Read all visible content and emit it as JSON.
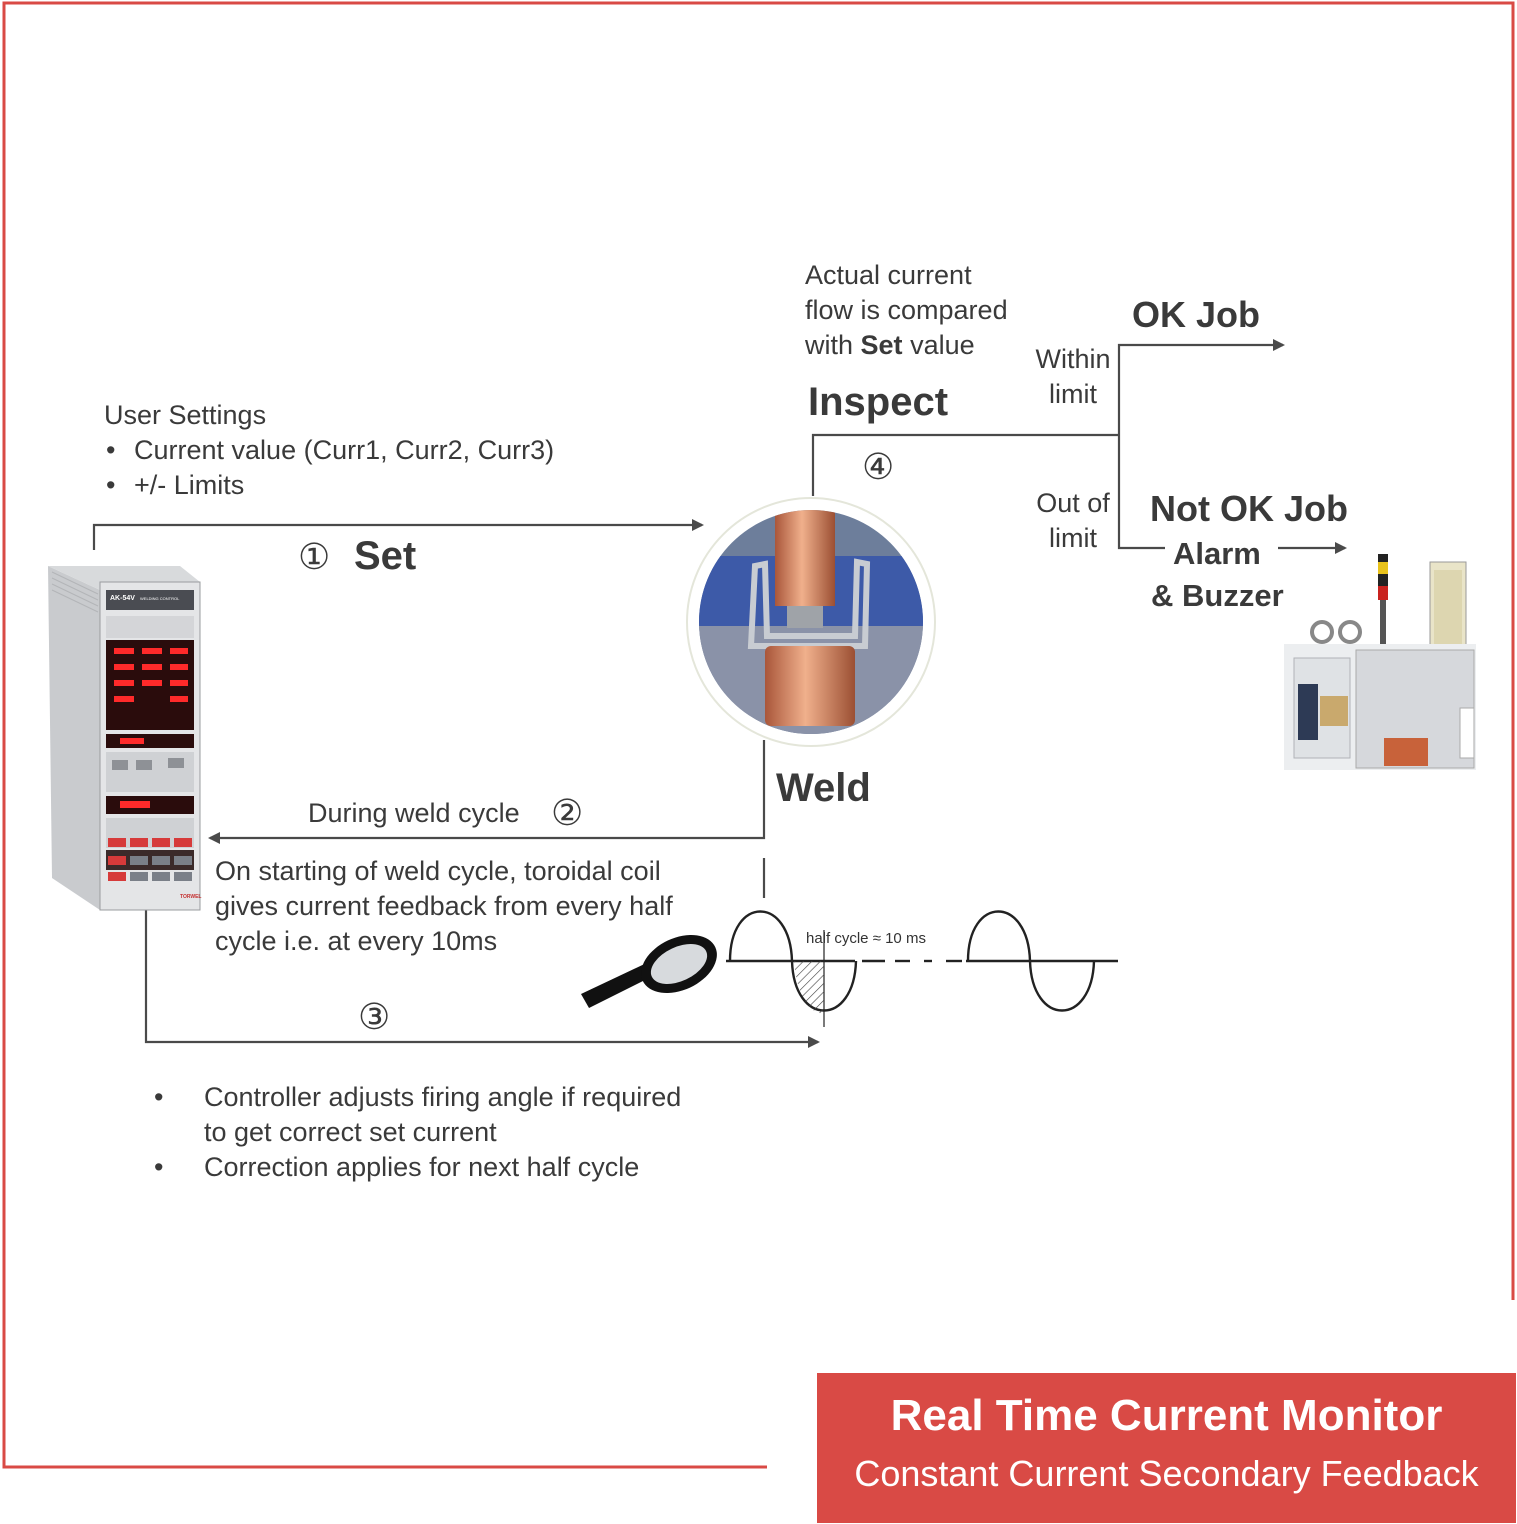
{
  "accent_color": "#d94a45",
  "line_color": "#4a4a4a",
  "user_settings": {
    "title": "User Settings",
    "bullets": [
      "Current value (Curr1, Curr2, Curr3)",
      "+/- Limits"
    ]
  },
  "steps": {
    "set": {
      "number": "①",
      "label": "Set"
    },
    "during": {
      "label": "During weld cycle",
      "number": "②"
    },
    "feedback": {
      "number": "③"
    },
    "inspect": {
      "number": "④",
      "label": "Inspect"
    }
  },
  "weld_label": "Weld",
  "compare_text": [
    "Actual current",
    "flow is compared",
    "with",
    "Set",
    "value"
  ],
  "branch": {
    "within": [
      "Within",
      "limit"
    ],
    "out": [
      "Out of",
      "limit"
    ],
    "ok": "OK Job",
    "not_ok": "Not OK Job",
    "alarm": [
      "Alarm",
      "& Buzzer"
    ]
  },
  "coil_text": [
    "On starting of weld cycle, toroidal coil",
    "gives current feedback from every half",
    "cycle i.e. at every 10ms"
  ],
  "wave_label": "half cycle ≈ 10 ms",
  "controller_bullets": [
    "Controller adjusts firing angle if required",
    "to get correct set current",
    "Correction applies for next half cycle"
  ],
  "device": {
    "model": "AK-54V",
    "caption": "WELDING CONTROL",
    "brand": "TORWEL"
  },
  "title_box": {
    "main": "Real Time Current Monitor",
    "sub": "Constant Current Secondary Feedback"
  }
}
